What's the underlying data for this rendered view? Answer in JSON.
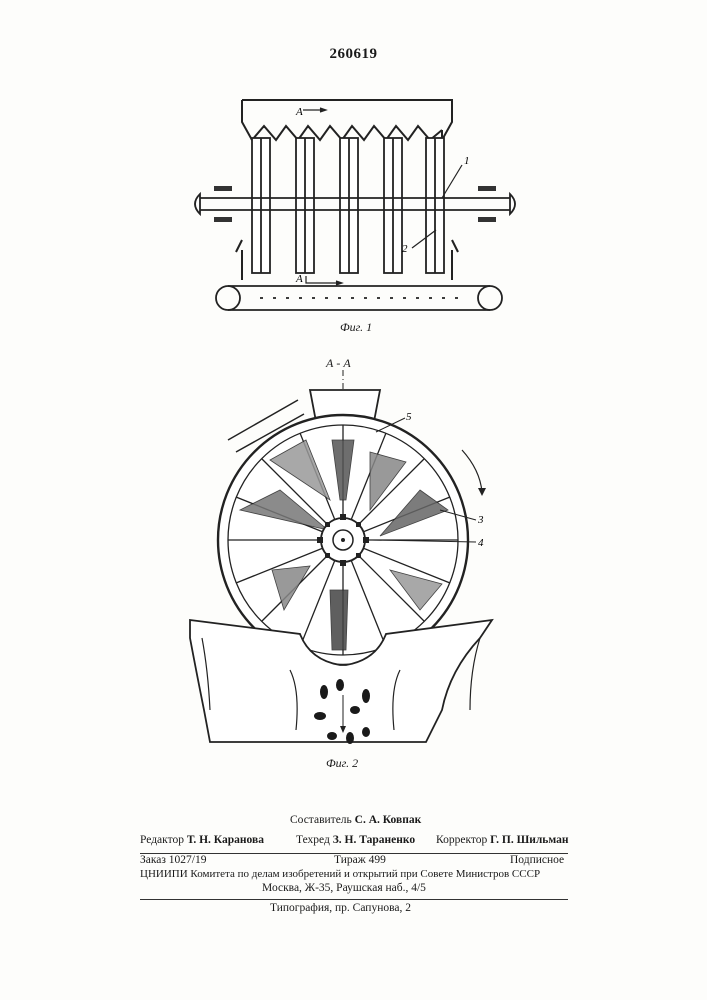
{
  "patent_number": "260619",
  "figure1": {
    "caption": "Фиг. 1",
    "section_marker": "А",
    "section_marker_bottom": "А",
    "callouts": [
      "1",
      "2"
    ]
  },
  "figure2": {
    "caption": "Фиг. 2",
    "section_title": "А - А",
    "callouts": [
      "5",
      "3",
      "4"
    ]
  },
  "footer": {
    "compiler_label": "Составитель",
    "compiler_name": "С. А. Ковпак",
    "editor_label": "Редактор",
    "editor_name": "Т. Н. Каранова",
    "techred_label": "Техред",
    "techred_name": "З. Н. Тараненко",
    "corrector_label": "Корректор",
    "corrector_name": "Г. П. Шильман",
    "order": "Заказ 1027/19",
    "circulation": "Тираж 499",
    "subscription": "Подписное",
    "institute": "ЦНИИПИ Комитета по делам изобретений и открытий при Совете Министров СССР",
    "address": "Москва, Ж-35, Раушская наб., 4/5",
    "printing": "Типография, пр. Сапунова, 2"
  }
}
